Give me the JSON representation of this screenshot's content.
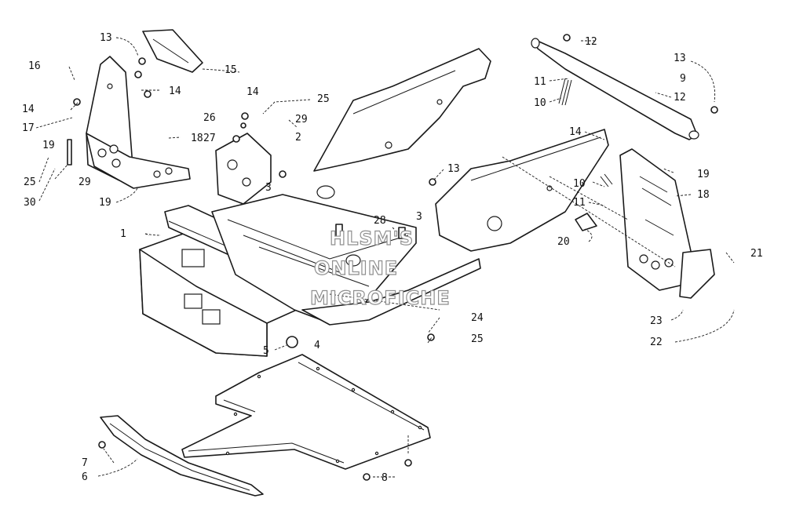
{
  "watermark": {
    "lines": [
      "HLSM'S",
      "ONLINE",
      "MICROFICHE"
    ],
    "color": "#8f8f8f"
  },
  "callouts": [
    {
      "id": "c13a",
      "text": "13"
    },
    {
      "id": "c16",
      "text": "16"
    },
    {
      "id": "c15",
      "text": "15"
    },
    {
      "id": "c14a",
      "text": "14"
    },
    {
      "id": "c14b",
      "text": "14"
    },
    {
      "id": "c17",
      "text": "17"
    },
    {
      "id": "c19a",
      "text": "19"
    },
    {
      "id": "c18a",
      "text": "18"
    },
    {
      "id": "c25a",
      "text": "25"
    },
    {
      "id": "c29a",
      "text": "29"
    },
    {
      "id": "c30",
      "text": "30"
    },
    {
      "id": "c19b",
      "text": "19"
    },
    {
      "id": "c14c",
      "text": "14"
    },
    {
      "id": "c25b",
      "text": "25"
    },
    {
      "id": "c26",
      "text": "26"
    },
    {
      "id": "c29b",
      "text": "29"
    },
    {
      "id": "c27",
      "text": "27"
    },
    {
      "id": "c2",
      "text": "2"
    },
    {
      "id": "c3a",
      "text": "3"
    },
    {
      "id": "c13b",
      "text": "13"
    },
    {
      "id": "c28",
      "text": "28"
    },
    {
      "id": "c3b",
      "text": "3"
    },
    {
      "id": "c1",
      "text": "1"
    },
    {
      "id": "c12a",
      "text": "12"
    },
    {
      "id": "c13c",
      "text": "13"
    },
    {
      "id": "c9",
      "text": "9"
    },
    {
      "id": "c11a",
      "text": "11"
    },
    {
      "id": "c12b",
      "text": "12"
    },
    {
      "id": "c10a",
      "text": "10"
    },
    {
      "id": "c14d",
      "text": "14"
    },
    {
      "id": "c19c",
      "text": "19"
    },
    {
      "id": "c10b",
      "text": "10"
    },
    {
      "id": "c18b",
      "text": "18"
    },
    {
      "id": "c11b",
      "text": "11"
    },
    {
      "id": "c20",
      "text": "20"
    },
    {
      "id": "c21",
      "text": "21"
    },
    {
      "id": "c23",
      "text": "23"
    },
    {
      "id": "c22",
      "text": "22"
    },
    {
      "id": "c24",
      "text": "24"
    },
    {
      "id": "c25c",
      "text": "25"
    },
    {
      "id": "c5",
      "text": "5"
    },
    {
      "id": "c4",
      "text": "4"
    },
    {
      "id": "c7",
      "text": "7"
    },
    {
      "id": "c6",
      "text": "6"
    },
    {
      "id": "c8",
      "text": "8"
    }
  ],
  "colors": {
    "ink": "#1a1a1a",
    "paper": "#ffffff"
  }
}
